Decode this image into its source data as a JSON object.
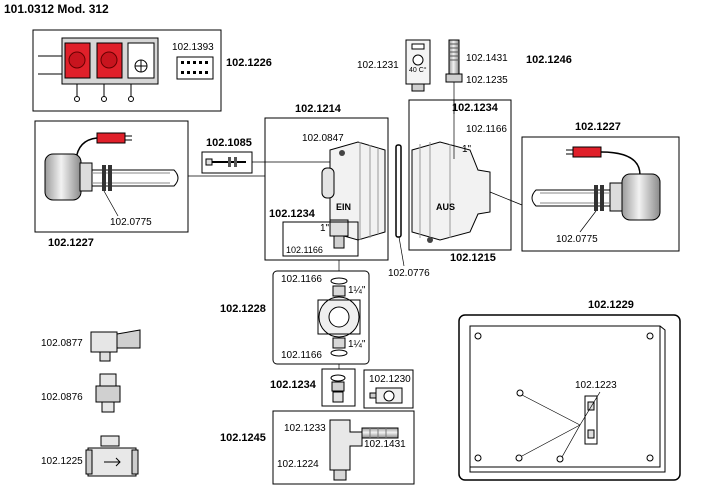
{
  "title": "101.0312 Mod. 312",
  "labels": {
    "p1226": "102.1226",
    "p1393": "102.1393",
    "p1231": "102.1231",
    "p1431_top": "102.1431",
    "p1235": "102.1235",
    "p1246": "102.1246",
    "p1234_top": "102.1234",
    "p1166_top": "102.1166",
    "inch_top": "1\"",
    "p1227_left": "102.1227",
    "p1227_right": "102.1227",
    "p0775_left": "102.0775",
    "p0775_right": "102.0775",
    "p1085": "102.1085",
    "p1214": "102.1214",
    "p0847": "102.0847",
    "p1234_mid": "102.1234",
    "inch_mid": "1\"",
    "p1166_mid": "102.1166",
    "ein": "EIN",
    "aus": "AUS",
    "p1215": "102.1215",
    "p0776": "102.0776",
    "p1166_pump_top": "102.1166",
    "p1166_pump_bottom": "102.1166",
    "inch_114_top": "1¼\"",
    "inch_114_bottom": "1¼\"",
    "p1228": "102.1228",
    "p0877": "102.0877",
    "p0876": "102.0876",
    "p1225": "102.1225",
    "p1234_low": "102.1234",
    "p1230": "102.1230",
    "p1233": "102.1233",
    "p1431_low": "102.1431",
    "p1224": "102.1224",
    "p1245": "102.1245",
    "p1229": "102.1229",
    "p1223": "102.1223",
    "thermo_reading": "40 C°"
  },
  "colors": {
    "plug_red": "#e0202a",
    "line": "#000000",
    "grey_light": "#d9d9d9",
    "grey_mid": "#a6a6a6"
  }
}
